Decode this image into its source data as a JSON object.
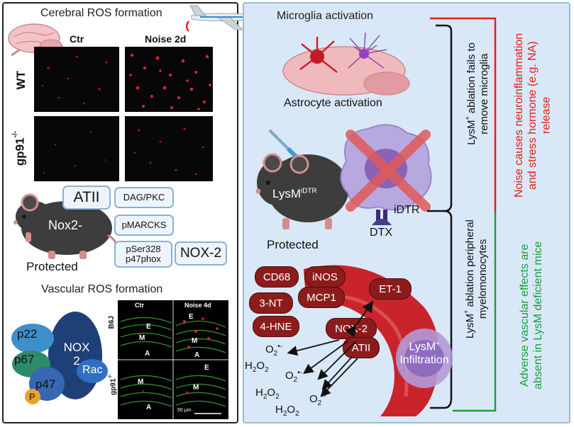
{
  "left": {
    "cerebral_title": "Cerebral ROS formation",
    "col_ctr": "Ctr",
    "col_noise": "Noise 2d",
    "row_wt": "WT",
    "row_gp91": "gp91",
    "row_gp91_sup": "-/-",
    "mouse_label": "Nox2-",
    "protected": "Protected",
    "atii": "ATII",
    "dag_pkc": "DAG/PKC",
    "pmarcks": "pMARCKS",
    "pser_line1": "pSer328",
    "pser_line2": "p47phox",
    "nox2": "NOX-2",
    "vascular_title": "Vascular ROS formation",
    "complex": {
      "p22": "p22",
      "p67": "p67",
      "p47": "p47",
      "p": "P",
      "nox_line1": "NOX",
      "nox_line2": "2",
      "rac": "Rac"
    },
    "vasc": {
      "ctr": "Ctr",
      "noise": "Noise 4d",
      "row_b6j": "B6J",
      "row_gp91": "gp91",
      "row_gp91_sup": "-/-",
      "e": "E",
      "m": "M",
      "a": "A",
      "scale": "50 µm"
    }
  },
  "right": {
    "microglia_title": "Microglia activation",
    "astrocyte": "Astrocyte activation",
    "lysm_mouse": "LysM",
    "lysm_mouse_sup": "iDTR",
    "protected": "Protected",
    "idtr": "iDTR",
    "dtx": "DTX",
    "bracket_top_line1": "LysM",
    "bracket_top_sup": "+",
    "bracket_top_line1b": " ablation fails to",
    "bracket_top_line2": "remove microglia",
    "bracket_bot_line1": "LysM",
    "bracket_bot_sup": "+",
    "bracket_bot_line1b": " ablation  peripheral",
    "bracket_bot_line2": "myelomonocytes",
    "red_text_line1": "Noise causes neuroinflammation",
    "red_text_line2": "and stress hormone  (e.g. NA)",
    "red_text_line3": "release",
    "green_text_line1": "Adverse vascular effects are",
    "green_text_line2": "absent in LysM deficient mice",
    "pills": {
      "cd68": "CD68",
      "inos": "iNOS",
      "nt3": "3-NT",
      "mcp1": "MCP1",
      "et1": "ET-1",
      "hne4": "4-HNE",
      "nox2": "NOX-2",
      "atii": "ATII"
    },
    "ros": {
      "o2": "O",
      "o2_sub": "2",
      "o2_sup": "•-",
      "h2o2": "H",
      "h2o2_sub": "2",
      "h2o2_o": "O",
      "h2o2_sub2": "2"
    },
    "infiltration_line1": "LysM",
    "infiltration_sup": "+",
    "infiltration_line2": "Infiltration"
  },
  "colors": {
    "accent_red": "#e0201c",
    "accent_green": "#1a9e3a",
    "pill_red": "#8c1c1c",
    "panel_blue": "#d9e8f6",
    "box_border": "#8ab0d4",
    "nox_blue": "#1f3f78"
  }
}
